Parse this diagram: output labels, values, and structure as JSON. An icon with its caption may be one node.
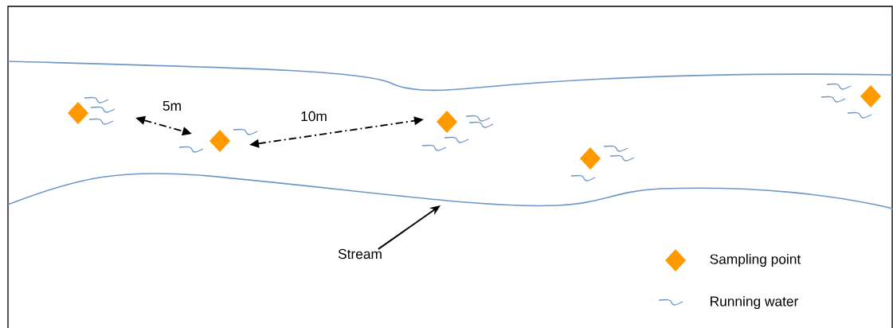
{
  "diagram": {
    "nodes": [
      {
        "text": [
          "Stream"
        ]
      },
      {
        "text": [],
        "shape": "line"
      }
    ],
    "edges": [
      {
        "from": 0,
        "to": 1,
        "arrow": "to"
      }
    ],
    "labels": [
      "5m",
      "10m"
    ],
    "legend": [
      {
        "text": "Sampling point"
      },
      {
        "text": "Running water"
      }
    ]
  }
}
